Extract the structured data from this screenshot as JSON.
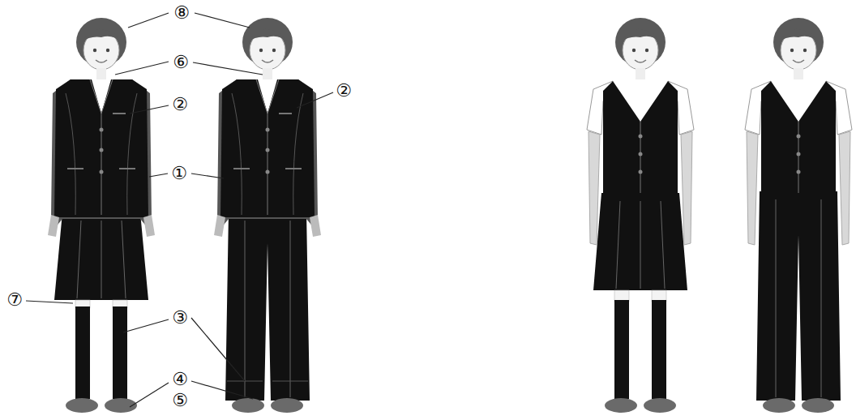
{
  "diagram": {
    "labels": [
      "⑧",
      "⑥",
      "②",
      "②",
      "①",
      "⑦",
      "③",
      "④",
      "⑤"
    ]
  }
}
